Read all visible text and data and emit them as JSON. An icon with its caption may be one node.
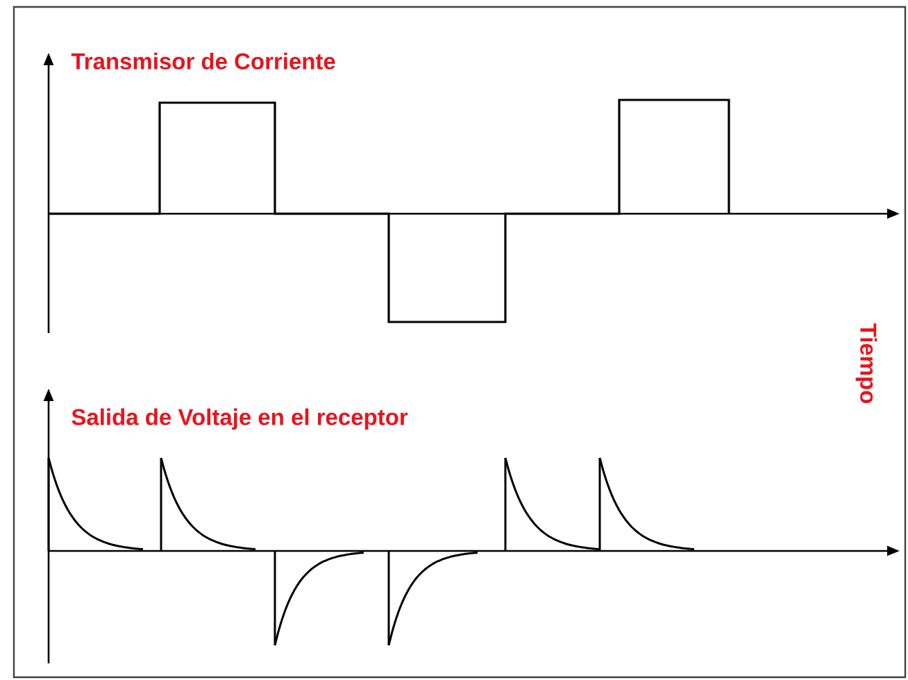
{
  "diagram": {
    "labels": [
      "Transmisor de Corriente",
      "Tiempo",
      "Salida de Voltaje en el receptor"
    ]
  }
}
